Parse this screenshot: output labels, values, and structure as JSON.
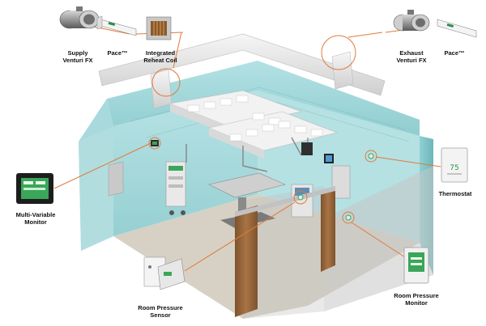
{
  "labels": {
    "supply_venturi": "Supply\nVenturi FX",
    "pace_left": "Pace™",
    "reheat_coil": "Integrated\nReheat Coil",
    "exhaust_venturi": "Exhaust\nVenturi FX",
    "pace_right": "Pace™",
    "thermostat": "Thermostat",
    "multi_variable_monitor": "Multi-Variable\nMonitor",
    "room_pressure_sensor": "Room Pressure\nSensor",
    "room_pressure_monitor": "Room Pressure\nMonitor"
  },
  "colors": {
    "callout_line": "#e07a3a",
    "glass_wall": "#8fd3d6",
    "floor": "#d6d1c4",
    "duct": "#e6e6e6",
    "door_wood": "#9a6a3e",
    "monitor_screen": "#3aa65a"
  }
}
